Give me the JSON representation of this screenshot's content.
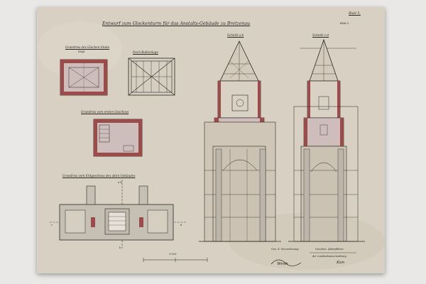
{
  "drawing": {
    "title": "Entwurf zum Glockenturm für das Anstalts-Gebäude zu Bretzenau",
    "sheet_number": "Blatt 5.",
    "sheet_number_small": "Blatt 5.",
    "captions": {
      "plan_top_left": "Grundriss des Glocken-Stube",
      "plan_top_left_sub": "Stufe",
      "roof_framing": "Dach-Balkenlage",
      "plan_middle": "Grundriss vom ersten Geschoss",
      "plan_bottom": "Grundriss vom Erdgeschoss des alten Gebäudes",
      "section_one": "Schnitt a-b",
      "section_two": "Schnitt c-d"
    },
    "marks": {
      "axis_top": "a  b",
      "axis_left": "c",
      "axis_right": "d",
      "axis_bottom": "b"
    },
    "scale_label": "1:100",
    "signature_left": "Ges. d. Verzeichnung",
    "signature_left_name": "Wenn",
    "signature_right": "Geschen. Aktenführer",
    "signature_right_line2": "der Landesbauverwaltung",
    "signature_right_name": "Kun"
  },
  "colors": {
    "paper": "#d8d1c3",
    "ink": "#2a2622",
    "brick": "#9c4a4a",
    "wash": "#c7b9b6",
    "grey_wash": "#b8b2a9"
  }
}
